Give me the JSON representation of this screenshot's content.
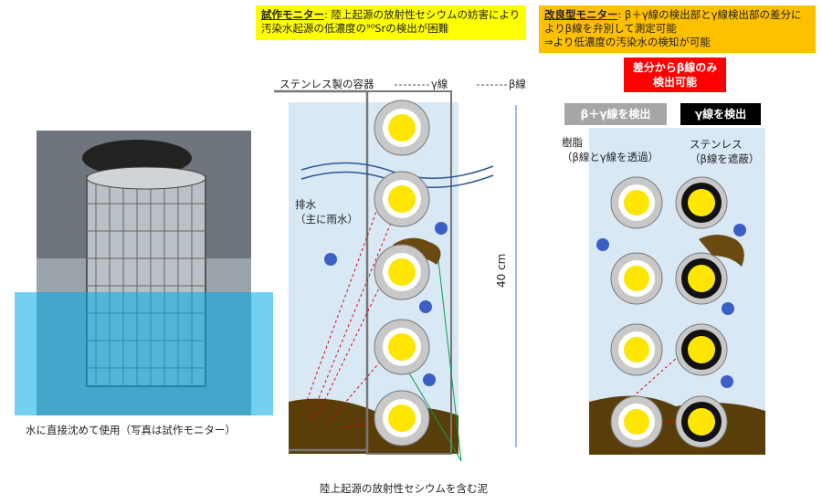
{
  "notes": {
    "prototype_title": "試作モニター",
    "prototype_text": ": 陸上起源の放射性セシウムの妨害により汚染水起源の低濃度の⁹⁰Srの検出が困難",
    "improved_title": "改良型モニター",
    "improved_text": ": β＋γ線の検出部とγ線検出部の差分によりβ線を弁別して測定可能",
    "improved_text2": "⇒より低濃度の汚染水の検知が可能"
  },
  "labels": {
    "steel_container": "ステンレス製の容器",
    "gamma_ray": "γ線",
    "beta_ray": "β線",
    "drainage": "排水\n（主に雨水）",
    "height": "40 cm",
    "mud": "陸上起源の放射性セシウムを含む泥",
    "photo_caption": "水に直接沈めて使用（写真は試作モニター）",
    "difference_box": "差分からβ線のみ\n検出可能",
    "header_beta_gamma": "β＋γ線を検出",
    "header_gamma": "γ線を検出",
    "resin": "樹脂\n（β線とγ線を透過）",
    "stainless": "ステンレス\n（β線を遮蔽）"
  },
  "colors": {
    "water": "#d9e8f5",
    "mud": "#5a3e0a",
    "scintillator": "#ffe600",
    "resin_ring": "#c8c8c8",
    "steel_ring": "#111111",
    "header_beta_gamma": "#a6a6a6",
    "header_gamma": "#000000"
  }
}
